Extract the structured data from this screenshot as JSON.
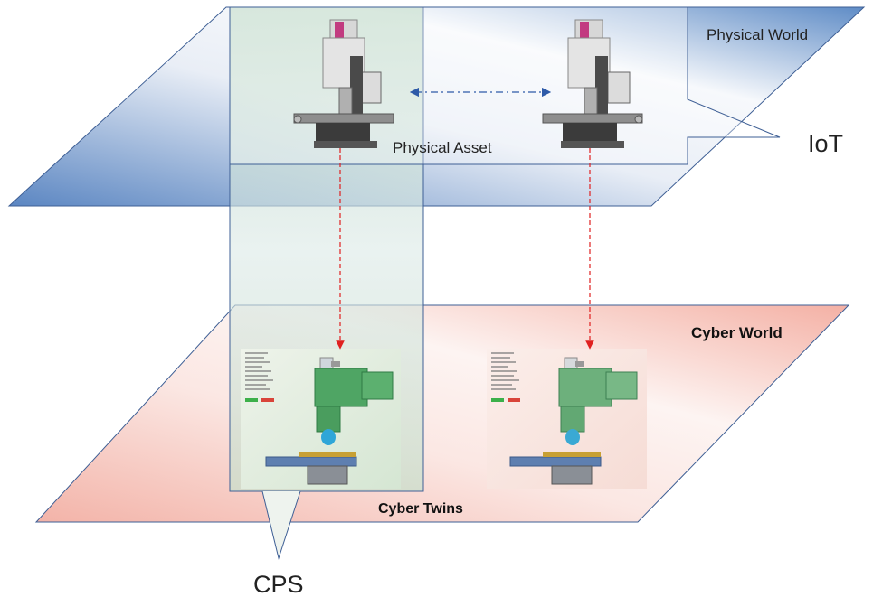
{
  "labels": {
    "physical_world": "Physical World",
    "iot": "IoT",
    "physical_asset": "Physical Asset",
    "cyber_world": "Cyber World",
    "cyber_twins": "Cyber Twins",
    "cps": "CPS"
  },
  "colors": {
    "physical_plane_light": "#ffffff",
    "physical_plane_blue": "#4f7fbf",
    "cyber_plane_pink": "#f6b8ac",
    "cps_region_green": "#cfe3d2",
    "outline": "#3e5f95",
    "link_red": "#e02020",
    "link_blue": "#2e5aa8"
  },
  "icons": {
    "physical_asset_left": "milling-machine-photo",
    "physical_asset_right": "milling-machine-photo",
    "cyber_twin_left": "milling-machine-3d-model",
    "cyber_twin_right": "milling-machine-3d-model"
  }
}
